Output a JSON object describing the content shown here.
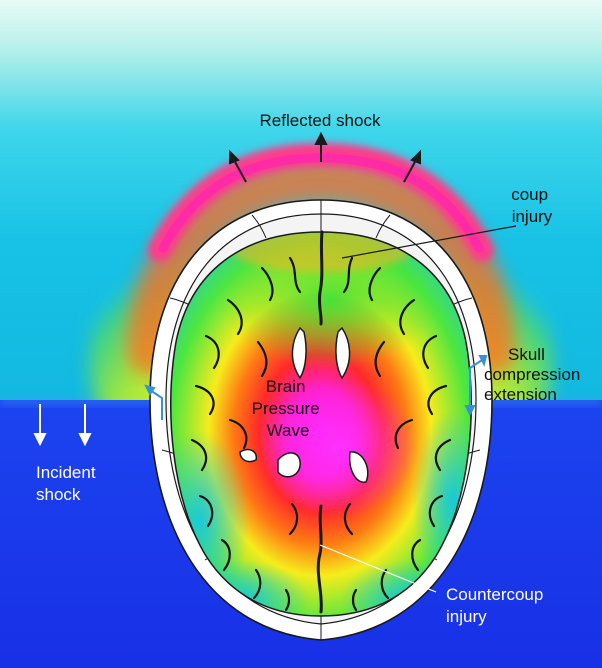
{
  "labels": {
    "reflected_shock": "Reflected shock",
    "coup_injury": [
      "coup",
      "injury"
    ],
    "skull": [
      "Skull",
      "compression",
      "extension"
    ],
    "brain_wave": [
      "Brain",
      "Pressure",
      "Wave"
    ],
    "incident_shock": [
      "Incident",
      "shock"
    ],
    "countercoup_injury": [
      "Countercoup",
      "injury"
    ]
  },
  "colors": {
    "ambient_cyan": "#1ec9e6",
    "incident_blue": "#1a3cf0",
    "reflected_ring": "#ff3a8c",
    "brain_core": "#ff22ee",
    "brain_mid": "#ff2a1e",
    "brain_yellow": "#f5ee1c",
    "brain_green": "#3ce43c",
    "skull_bone": "#ffffff",
    "outline": "#1a1a1a",
    "arrow_blue": "#3a8fd8"
  }
}
